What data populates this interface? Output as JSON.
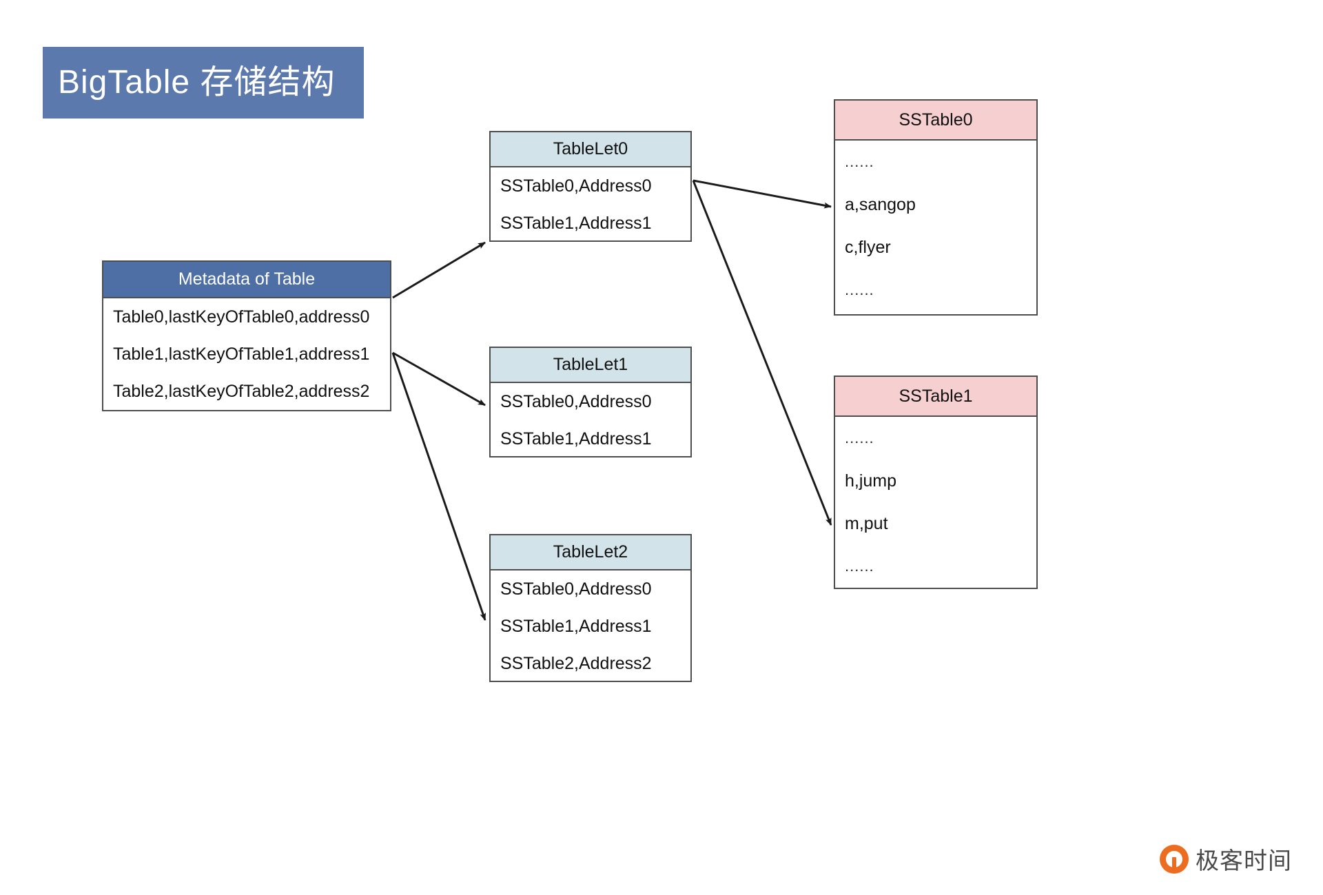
{
  "title": {
    "text": "BigTable 存储结构",
    "background_color": "#5B79AC",
    "text_color": "#FFFFFF"
  },
  "colors": {
    "metadata_header": "#4E6FA6",
    "tablelet_header": "#D3E3EA",
    "sstable_header": "#F6CFD1",
    "border": "#4D4D4D",
    "arrow": "#1A1A1A",
    "brand_orange": "#ED6D20"
  },
  "metadata": {
    "header": "Metadata of Table",
    "rows": [
      "Table0,lastKeyOfTable0,address0",
      "Table1,lastKeyOfTable1,address1",
      "Table2,lastKeyOfTable2,address2"
    ]
  },
  "tablelets": [
    {
      "header": "TableLet0",
      "rows": [
        "SSTable0,Address0",
        "SSTable1,Address1"
      ]
    },
    {
      "header": "TableLet1",
      "rows": [
        "SSTable0,Address0",
        "SSTable1,Address1"
      ]
    },
    {
      "header": "TableLet2",
      "rows": [
        "SSTable0,Address0",
        "SSTable1,Address1",
        "SSTable2,Address2"
      ]
    }
  ],
  "sstables": [
    {
      "header": "SSTable0",
      "rows": [
        "......",
        "a,sangop",
        "c,flyer",
        "......"
      ]
    },
    {
      "header": "SSTable1",
      "rows": [
        "......",
        "h,jump",
        "m,put",
        "......"
      ]
    }
  ],
  "arrows": [
    {
      "name": "metadata-to-tablelet0",
      "from": "Metadata of Table",
      "to": "TableLet0"
    },
    {
      "name": "metadata-to-tablelet1",
      "from": "Metadata of Table",
      "to": "TableLet1"
    },
    {
      "name": "metadata-to-tablelet2",
      "from": "Metadata of Table",
      "to": "TableLet2"
    },
    {
      "name": "tablelet0-to-sstable0",
      "from": "TableLet0",
      "to": "SSTable0"
    },
    {
      "name": "tablelet0-to-sstable1",
      "from": "TableLet0",
      "to": "SSTable1"
    }
  ],
  "brand": {
    "name": "极客时间"
  }
}
